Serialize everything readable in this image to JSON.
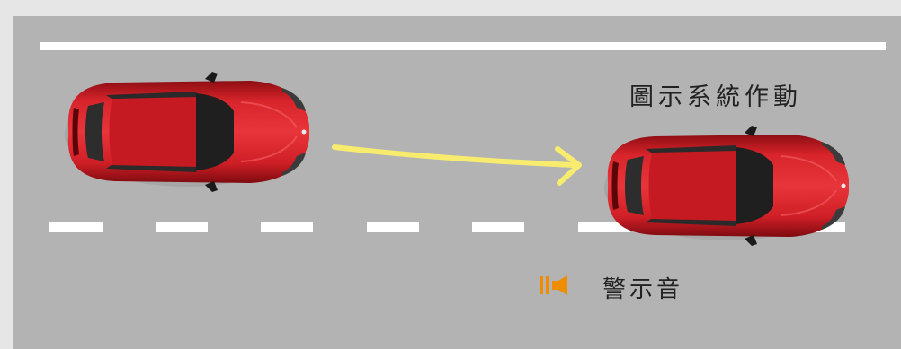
{
  "labels": {
    "system_active": "圖示系統作動",
    "warning_sound": "警示音"
  },
  "colors": {
    "road": "#b3b3b3",
    "lane_line": "#ffffff",
    "car_body": "#c8161e",
    "arrow": "#f7ec6e",
    "speaker": "#f08c00"
  },
  "icons": {
    "speaker": "speaker-icon",
    "arrow": "lane-change-arrow"
  }
}
